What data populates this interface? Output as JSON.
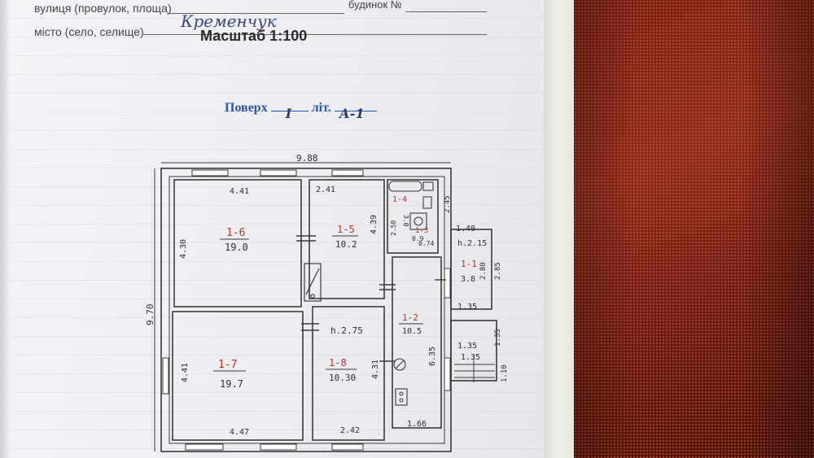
{
  "form": {
    "street_label": "вулиця (провулок, площа)",
    "house_label": "будинок №",
    "city_label": "місто (село, селище)",
    "city_value": "Кременчук",
    "scale": "Масштаб 1:100"
  },
  "floor": {
    "label": "Поверх",
    "number": "I",
    "lit_label": "літ.",
    "lit_value": "А-1"
  },
  "dimensions": {
    "total_width": "9.88",
    "total_height": "9.70",
    "left_height_top": "4.30",
    "left_height_bottom": "4.41",
    "room6_top": "4.41",
    "room7_bottom": "4.47",
    "room5_top": "2.41",
    "room5_side": "4.39",
    "room8_side": "4.31",
    "room8_bottom": "2.42",
    "room2_side": "6.35",
    "room2_bottom": "1.66",
    "bath_side": "2.45",
    "bath_w1": "2.50",
    "bath_w2": "3.0",
    "bath_w3": "0.9",
    "bath_w4": "0.74",
    "porch_top": "1.40",
    "porch_side": "2.80",
    "porch_outer_side": "2.85",
    "porch_step1": "1.35",
    "porch_step2": "1.35",
    "porch_step3": "1.35",
    "porch_side2": "1.35",
    "porch_side3": "1.10",
    "height1": "h.2.15",
    "height2": "h.2.75"
  },
  "rooms": [
    {
      "id": "1-6",
      "area": "19.0"
    },
    {
      "id": "1-5",
      "area": "10.2"
    },
    {
      "id": "1-4",
      "area": ""
    },
    {
      "id": "1-3",
      "area": ""
    },
    {
      "id": "1-1",
      "area": "3.8"
    },
    {
      "id": "1-2",
      "area": "10.5"
    },
    {
      "id": "1-7",
      "area": "19.7"
    },
    {
      "id": "1-8",
      "area": "10.30"
    }
  ]
}
